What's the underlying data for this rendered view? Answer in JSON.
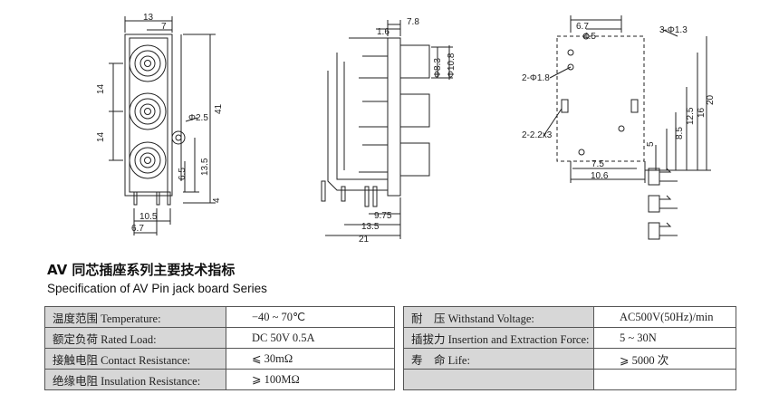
{
  "title_cn": "AV 同芯插座系列主要技术指标",
  "title_en": "Specification of AV Pin jack board Series",
  "dims": {
    "front_top_13": "13",
    "front_top_7": "7",
    "front_14a": "14",
    "front_14b": "14",
    "front_41": "41",
    "front_phi25": "Φ2.5",
    "front_135": "13.5",
    "front_65": "6.5",
    "front_4": "4",
    "front_105": "10.5",
    "front_67": "6.7",
    "side_16": "1.6",
    "side_78": "7.8",
    "side_phi83": "Φ8.3",
    "side_phi108": "Φ10.8",
    "side_975": "9.75",
    "side_135": "13.5",
    "side_21": "21",
    "pcb_67": "6.7",
    "pcb_45": "4.5",
    "pcb_3phi13": "3-Φ1.3",
    "pcb_2phi18": "2-Φ1.8",
    "pcb_222x3": "2-2.2x3",
    "pcb_20": "20",
    "pcb_16": "16",
    "pcb_125": "12.5",
    "pcb_85": "8.5",
    "pcb_5": "5",
    "pcb_75": "7.5",
    "pcb_106": "10.6"
  },
  "spec_table": [
    {
      "k1": "温度范围 Temperature:",
      "v1": "−40 ~ 70℃",
      "k2": "耐　压 Withstand Voltage:",
      "v2": "AC500V(50Hz)/min"
    },
    {
      "k1": "额定负荷 Rated Load:",
      "v1": "DC 50V 0.5A",
      "k2": "插拔力 Insertion and Extraction Force:",
      "v2": "5 ~ 30N"
    },
    {
      "k1": "接触电阻 Contact Resistance:",
      "v1": "⩽ 30mΩ",
      "k2": "寿　命 Life:",
      "v2": "⩾ 5000 次"
    },
    {
      "k1": "绝缘电阻 Insulation Resistance:",
      "v1": "⩾ 100MΩ",
      "k2": "",
      "v2": ""
    }
  ]
}
